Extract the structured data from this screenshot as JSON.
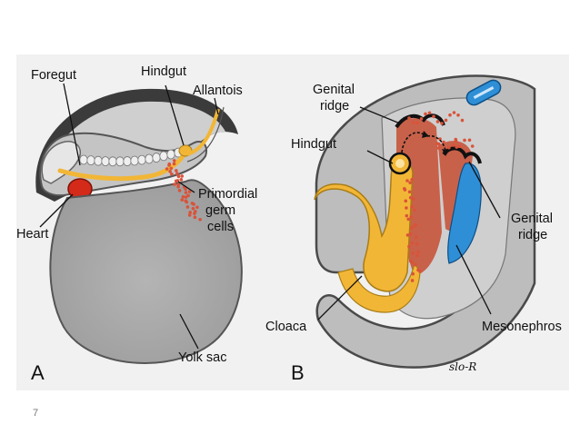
{
  "panel_a": {
    "letter": "A",
    "labels": {
      "foregut": "Foregut",
      "hindgut": "Hindgut",
      "allantois": "Allantois",
      "primordial_germ_cells": [
        "Primordial",
        "germ",
        "cells"
      ],
      "heart": "Heart",
      "yolk_sac": "Yolk sac"
    }
  },
  "panel_b": {
    "letter": "B",
    "labels": {
      "genital_ridge_top": [
        "Genital",
        "ridge"
      ],
      "hindgut": "Hindgut",
      "genital_ridge_right": [
        "Genital",
        "ridge"
      ],
      "cloaca": "Cloaca",
      "mesonephros": "Mesonephros"
    },
    "signature": "slo-R"
  },
  "page_number": "7",
  "colors": {
    "embryo_gray": "#bdbdbd",
    "yolk_sac_gray": "#a9a9a9",
    "dark_outline": "#4a4a4a",
    "gut_yellow": "#f2b636",
    "heart_red": "#d42a1a",
    "germ_cell_red": "#d9533a",
    "mesonephros_blue": "#2f8fd6",
    "ridge_salmon": "#c8614a"
  }
}
